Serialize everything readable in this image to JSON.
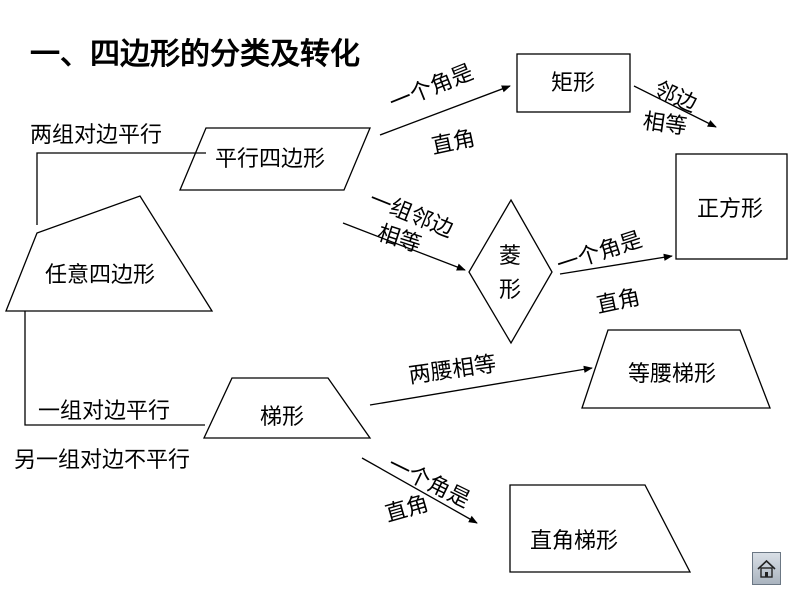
{
  "title": "一、四边形的分类及转化",
  "shapes": {
    "arbitrary": "任意四边形",
    "parallelogram": "平行四边形",
    "trapezoid": "梯形",
    "rectangle": "矩形",
    "rhombus_line1": "菱",
    "rhombus_line2": "形",
    "square": "正方形",
    "isosceles_trapezoid": "等腰梯形",
    "right_trapezoid": "直角梯形"
  },
  "conditions": {
    "two_pairs_parallel": "两组对边平行",
    "one_pair_parallel": "一组对边平行",
    "other_pair_not_parallel": "另一组对边不平行",
    "para_to_rect_top": "一个角是",
    "para_to_rect_bottom": "直角",
    "para_to_rhombus_top": "一组邻边",
    "para_to_rhombus_bottom": "相等",
    "rect_to_square_top": "邻边",
    "rect_to_square_bottom": "相等",
    "rhombus_to_square_top": "一个角是",
    "rhombus_to_square_bottom": "直角",
    "trap_to_isosceles": "两腰相等",
    "trap_to_right_top": "一个角是",
    "trap_to_right_bottom": "直角"
  },
  "nav": {
    "home_icon": "home-icon"
  }
}
